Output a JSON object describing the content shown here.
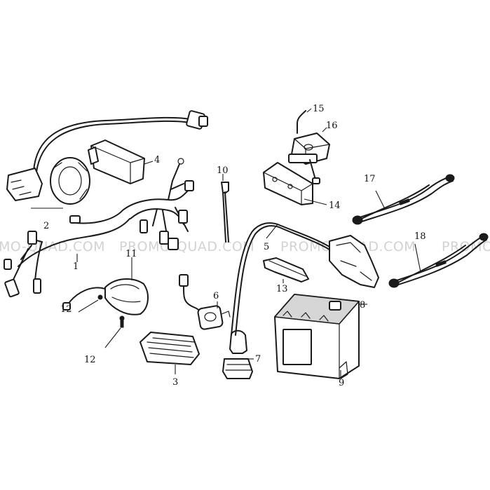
{
  "watermark": {
    "segments": [
      "MO-QUAD.COM",
      "PROMO-QUAD.COM",
      "PROMO-QUAD.COM",
      "PROMO"
    ],
    "color": "#d2d2d2"
  },
  "callouts": [
    {
      "label": "1"
    },
    {
      "label": "2"
    },
    {
      "label": "3"
    },
    {
      "label": "4"
    },
    {
      "label": "5"
    },
    {
      "label": "6"
    },
    {
      "label": "7"
    },
    {
      "label": "8"
    },
    {
      "label": "9"
    },
    {
      "label": "10"
    },
    {
      "label": "11"
    },
    {
      "label": "12"
    },
    {
      "label": "12"
    },
    {
      "label": "13"
    },
    {
      "label": "14"
    },
    {
      "label": "15"
    },
    {
      "label": "16"
    },
    {
      "label": "17"
    },
    {
      "label": "18"
    }
  ],
  "colors": {
    "ink": "#1a1a1a",
    "background": "#ffffff"
  }
}
